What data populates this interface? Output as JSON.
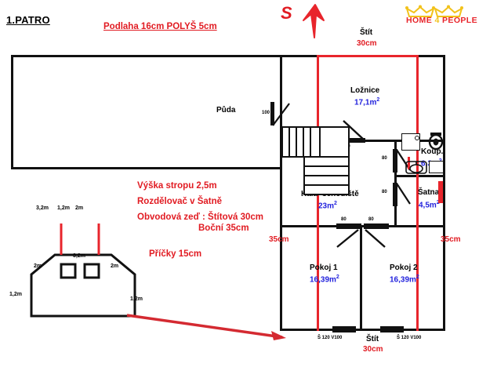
{
  "page": {
    "title": "1.PATRO",
    "headline": "Podlaha 16cm POLYŠ 5cm",
    "compass_label": "S"
  },
  "logo": {
    "name": "home-4-people-logo",
    "part1": "HOME",
    "part2": "4",
    "part3": "PEOPLE",
    "crown_color": "#f2c21b",
    "text_color": "#e8252c"
  },
  "notes": [
    "Výška stropu 2,5m",
    "Rozdělovač v Šatně",
    "Obvodová zeď : Štítová 30cm",
    "Boční 35cm",
    "Příčky 15cm"
  ],
  "rooms": [
    {
      "name": "Půda",
      "area": ""
    },
    {
      "name": "Ložnice",
      "area": "17,1m",
      "unit": "2"
    },
    {
      "name": "Koup.",
      "area": "6,3m",
      "unit": "2"
    },
    {
      "name": "Šatna",
      "area": "4,5m",
      "unit": "2"
    },
    {
      "name": "Hala+schodiště",
      "area": "23m",
      "unit": "2"
    },
    {
      "name": "Pokoj 1",
      "area": "16,39m",
      "unit": "2"
    },
    {
      "name": "Pokoj 2",
      "area": "16,39m",
      "unit": "2"
    }
  ],
  "wall_labels": {
    "gable_top_name": "Štít",
    "gable_top_value": "30cm",
    "gable_bottom_name": "Štít",
    "gable_bottom_value": "30cm",
    "side_left": "35cm",
    "side_right": "35cm"
  },
  "openings": {
    "attic_door": "100",
    "door_bedroom": "80",
    "door_bath": "80",
    "door_wardrobe": "80",
    "door_room1": "80",
    "door_room2": "80",
    "window_left": "Š 120 V100",
    "window_right": "Š 120 V100"
  },
  "section": {
    "name": "gable-section-diagram",
    "top_dims": [
      "3,2m",
      "1,2m",
      "2m"
    ],
    "ridge_width": "3,2m",
    "slope_left": "2m",
    "slope_right": "2m",
    "wall_left": "1,2m",
    "wall_right": "1,2m"
  },
  "colors": {
    "red": "#e8252c",
    "blue": "#2222dd",
    "black": "#111111",
    "gold": "#f2c21b"
  }
}
